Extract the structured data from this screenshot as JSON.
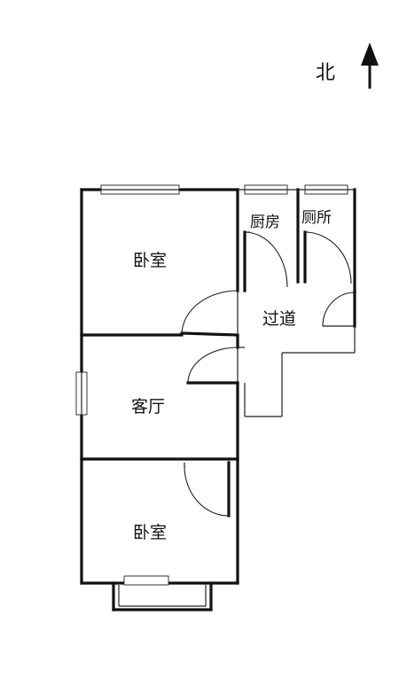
{
  "compass": {
    "north_label": "北"
  },
  "rooms": {
    "bedroom_upper": "卧室",
    "living": "客厅",
    "bedroom_lower": "卧室",
    "kitchen": "厨房",
    "toilet": "厕所",
    "corridor": "过道"
  }
}
